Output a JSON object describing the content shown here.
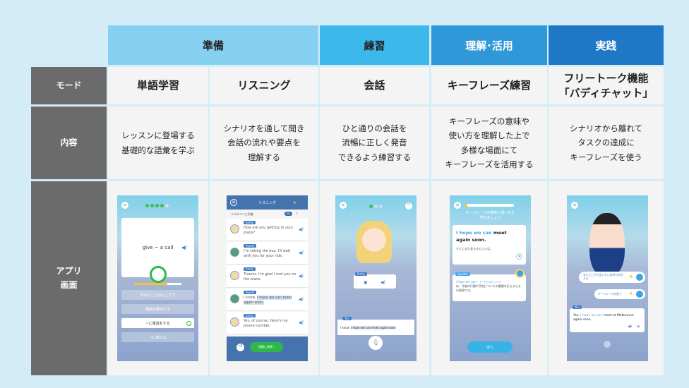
{
  "header": {
    "prep": "準備",
    "practice": "練習",
    "understand": "理解･活用",
    "apply": "実践"
  },
  "rows": {
    "mode": "モード",
    "content": "内容",
    "app": "アプリ\n画面"
  },
  "colors": {
    "bg": "#d4ecf8",
    "prep": "#86d1f1",
    "practice": "#3cb8ea",
    "understand": "#2f98d9",
    "apply": "#1e78c6",
    "label": "#6b6b6b",
    "cell": "#f4f4f4"
  },
  "modes": [
    "単語学習",
    "リスニング",
    "会話",
    "キーフレーズ練習",
    "フリートーク機能\n「バディチャット」"
  ],
  "contents": [
    "レッスンに登場する\n基礎的な語彙を学ぶ",
    "シナリオを通して聞き\n会話の流れや要点を\n理解する",
    "ひと通りの会話を\n流暢に正しく発音\nできるよう練習する",
    "キーフレーズの意味や\n使い方を理解した上で\n多様な場面にて\nキーフレーズを活用する",
    "シナリオから離れて\nタスクの達成に\nキーフレーズを使う"
  ],
  "vocab": {
    "word": "give ~ a call",
    "options": [
      "今のところは以上です",
      "健康を維持する",
      "~に電話をする",
      "~に誘える"
    ],
    "progress": 0.7
  },
  "listening": {
    "title": "リスニング",
    "subtitle": "メルボルンに到着",
    "en": "EN",
    "jp": "JP",
    "lines": [
      {
        "speaker": "Emily",
        "text": "How are you getting to your place?"
      },
      {
        "speaker": "Ayumi",
        "text": "I'm taking the bus. I'll wait with you for your ride."
      },
      {
        "speaker": "Emily",
        "text": "Thanks. I'm glad I met you on the plane."
      },
      {
        "speaker": "Ayumi",
        "text": "I know. ",
        "highlight": "I hope we can meet again soon."
      },
      {
        "speaker": "Emily",
        "text": "Yes, of course. Here's my phone number."
      }
    ],
    "button": "問題に挑戦"
  },
  "conversation": {
    "speaker": "Emily",
    "you": "You",
    "text": "I know. ",
    "highlight": "I hope we can meet again soon."
  },
  "keyphrase": {
    "instruction": "キーフレーズの意味と使い方を\n学びましょう",
    "phrase_hl": "I hope we can",
    "phrase_rest": " meet again soon.",
    "translation": "すぐにまた会えるといいな。",
    "tag": "Speako",
    "explain_hl": "I hope we can ~ (~できるといい)",
    "explain": "は、今後の行動や予定についての願望を伝えるときの表現です。",
    "next": "次へ"
  },
  "buddy": {
    "task1": "またどこかで会いたい気持ちを伝える",
    "task2": "キーフレーズを使う",
    "you": "You",
    "pre": "Yes, ",
    "hl": "I hope we can",
    "post": " meet at Melbourne again soon."
  }
}
